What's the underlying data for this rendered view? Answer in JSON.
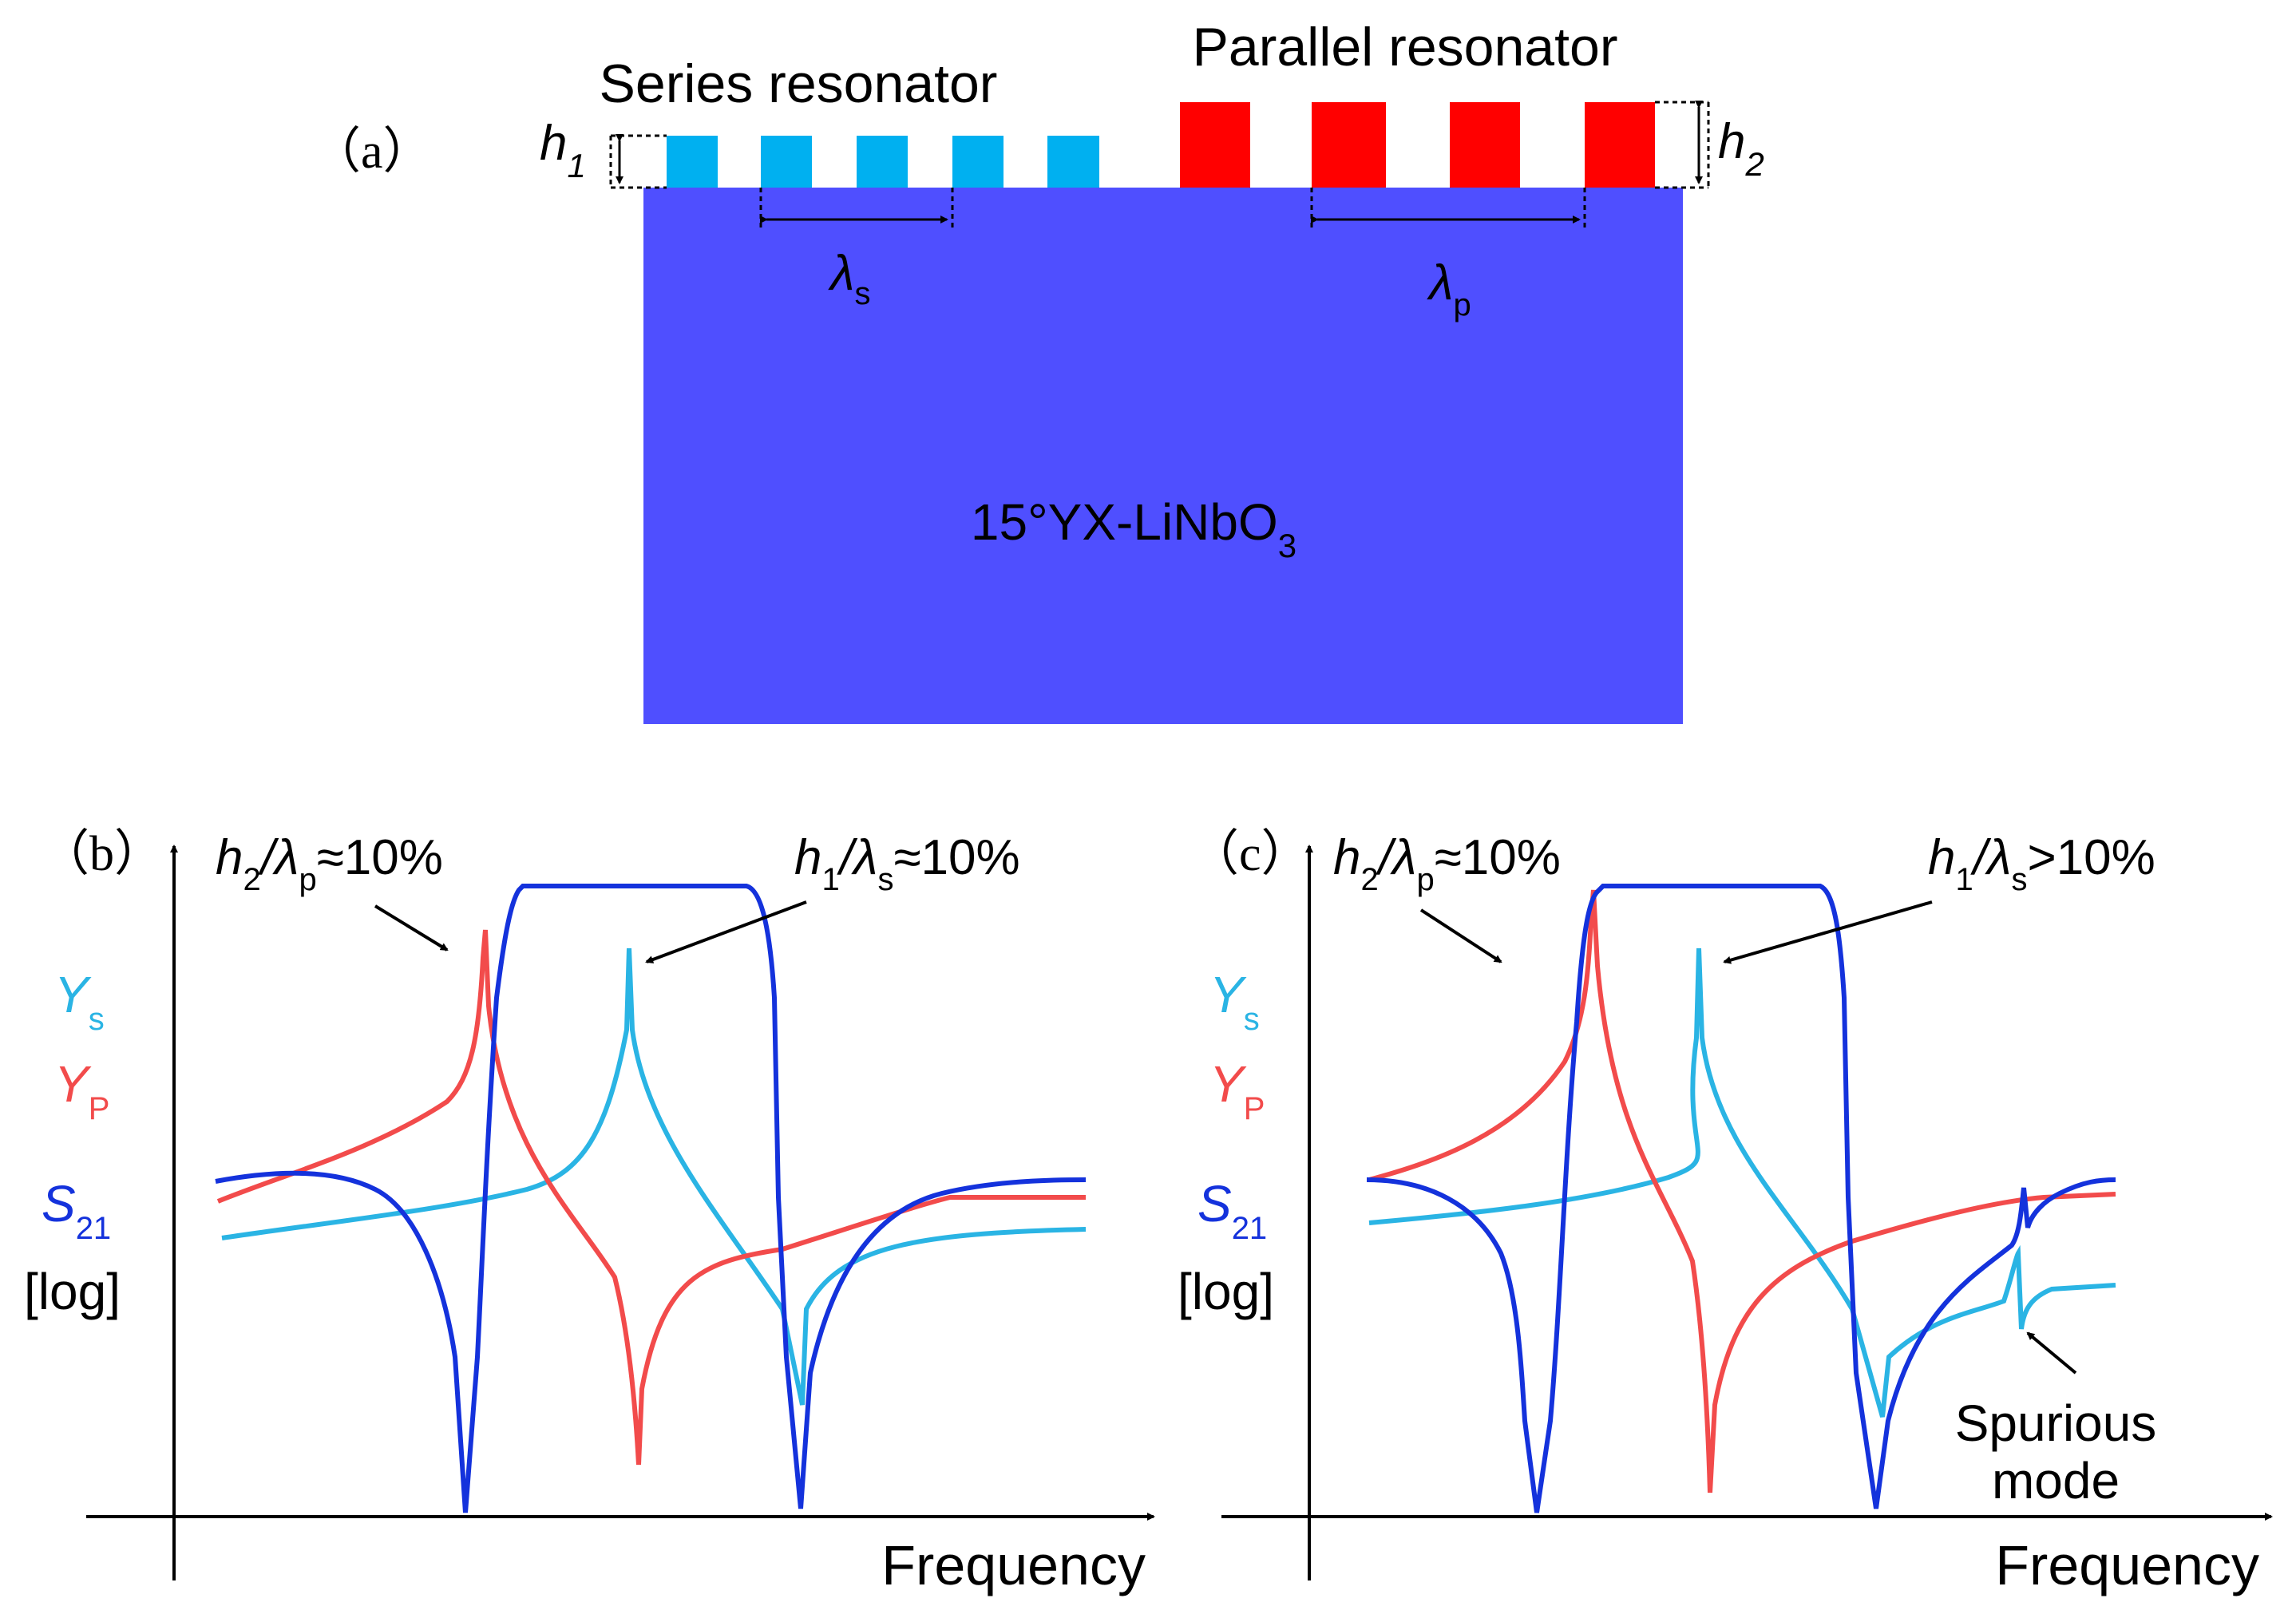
{
  "panel_a": {
    "label": "（a）",
    "series_title": "Series resonator",
    "parallel_title": "Parallel resonator",
    "h1": "h",
    "h1_sub": "1",
    "h2": "h",
    "h2_sub": "2",
    "lambda_s": "λ",
    "lambda_s_sub": "s",
    "lambda_p": "λ",
    "lambda_p_sub": "p",
    "substrate": "15°YX-LiNbO",
    "substrate_sub": "3"
  },
  "panel_b": {
    "label": "（b）",
    "ann_left": "h",
    "ann_left_sub1": "2",
    "ann_left_mid": "/λ",
    "ann_left_sub2": "p",
    "ann_left_val": "≈10%",
    "ann_right": "h",
    "ann_right_sub1": "1",
    "ann_right_mid": "/λ",
    "ann_right_sub2": "s",
    "ann_right_val": "≈10%",
    "xlabel": "Frequency"
  },
  "panel_c": {
    "label": "（c）",
    "ann_left": "h",
    "ann_left_sub1": "2",
    "ann_left_mid": "/λ",
    "ann_left_sub2": "p",
    "ann_left_val": "≈10%",
    "ann_right": "h",
    "ann_right_sub1": "1",
    "ann_right_mid": "/λ",
    "ann_right_sub2": "s",
    "ann_right_val": ">10%",
    "spurious_1": "Spurious",
    "spurious_2": "mode",
    "xlabel": "Frequency"
  },
  "legend": {
    "ys": "Y",
    "ys_sub": "s",
    "yp": "Y",
    "yp_sub": "P",
    "s21": "S",
    "s21_sub": "21",
    "log": "[log]"
  },
  "colors": {
    "series": "#00b0f0",
    "parallel": "#ff0000",
    "substrate": "#4f4fff",
    "ys_curve": "#2ab4e4",
    "yp_curve": "#f24b4b",
    "s21_curve": "#1432dc"
  }
}
